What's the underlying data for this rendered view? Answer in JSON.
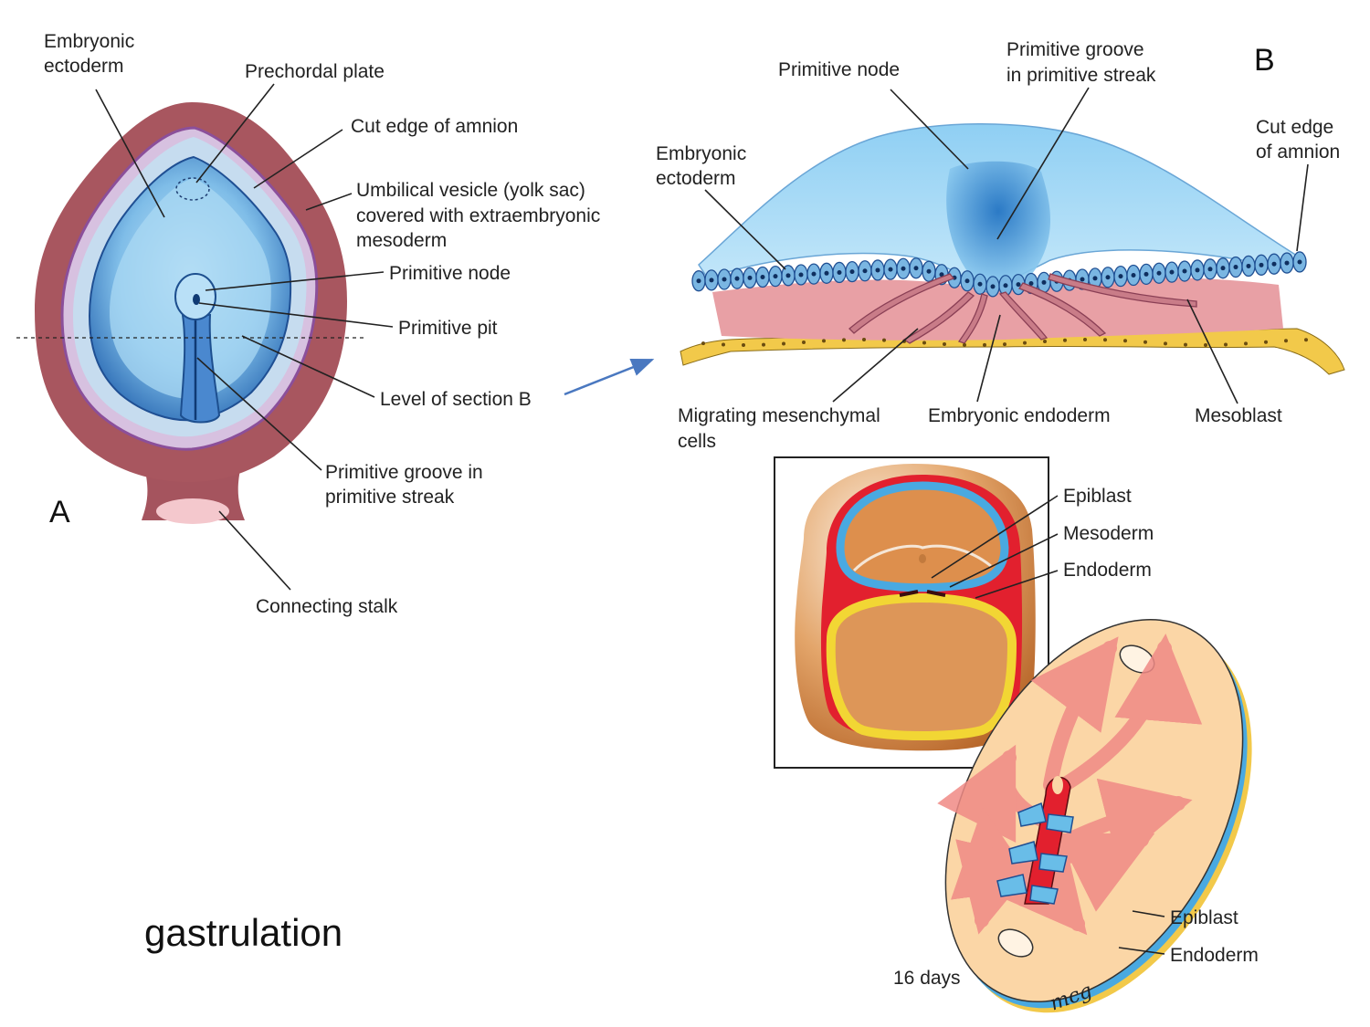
{
  "panel_a": {
    "letter": "A",
    "labels": {
      "embryonic_ectoderm": [
        "Embryonic",
        "ectoderm"
      ],
      "prechordal_plate": "Prechordal plate",
      "cut_edge_amnion": "Cut edge of amnion",
      "umbilical_vesicle": [
        "Umbilical vesicle (yolk sac)",
        "covered with extraembryonic",
        "mesoderm"
      ],
      "primitive_node": "Primitive node",
      "primitive_pit": "Primitive pit",
      "level_section_b": "Level of section B",
      "primitive_groove": [
        "Primitive groove in",
        "primitive streak"
      ],
      "connecting_stalk": "Connecting stalk"
    }
  },
  "panel_b": {
    "letter": "B",
    "labels": {
      "primitive_node": "Primitive node",
      "primitive_groove": [
        "Primitive groove",
        "in primitive streak"
      ],
      "cut_edge_amnion": [
        "Cut edge",
        "of amnion"
      ],
      "embryonic_ectoderm": [
        "Embryonic",
        "ectoderm"
      ],
      "migrating_mesenchymal": [
        "Migrating mesenchymal",
        "cells"
      ],
      "embryonic_endoderm": "Embryonic endoderm",
      "mesoblast": "Mesoblast"
    }
  },
  "panel_c": {
    "labels": {
      "epiblast_top": "Epiblast",
      "mesoderm": "Mesoderm",
      "endoderm_top": "Endoderm",
      "epiblast_bottom": "Epiblast",
      "endoderm_bottom": "Endoderm",
      "age": "16 days",
      "signature": "mcg"
    }
  },
  "caption": "gastrulation",
  "colors": {
    "amnion_maroon": "#a5545e",
    "ectoderm_blue": "#3f84c9",
    "light_blue": "#a9d8f3",
    "mesoblast_pink": "#e8a0a5",
    "endoderm_yellow": "#f2c94a",
    "disc_peach": "#fbd6a6",
    "arrow_pink": "#f08a86",
    "mesoderm_red": "#e2202e",
    "yolk_tan": "#d58b47",
    "section_arrow": "#4a78c0"
  }
}
